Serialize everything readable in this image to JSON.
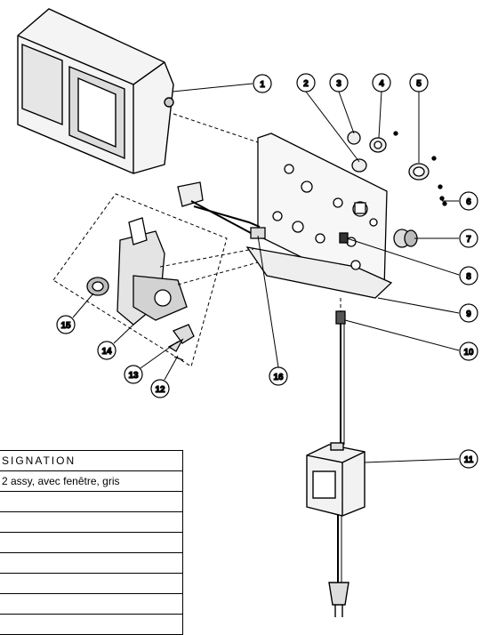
{
  "callouts": [
    {
      "number": "1"
    },
    {
      "number": "2"
    },
    {
      "number": "3"
    },
    {
      "number": "4"
    },
    {
      "number": "5"
    },
    {
      "number": "6"
    },
    {
      "number": "7"
    },
    {
      "number": "8"
    },
    {
      "number": "9"
    },
    {
      "number": "10"
    },
    {
      "number": "11"
    },
    {
      "number": "12"
    },
    {
      "number": "13"
    },
    {
      "number": "14"
    },
    {
      "number": "15"
    },
    {
      "number": "16"
    }
  ],
  "table": {
    "header": "SIGNATION",
    "rows": [
      "2 assy, avec fenêtre, gris",
      "",
      "",
      "",
      "",
      "",
      "",
      ""
    ]
  },
  "colors": {
    "line": "#000000",
    "fill_light": "#f2f2f2",
    "fill_mid": "#d9d9d9"
  }
}
